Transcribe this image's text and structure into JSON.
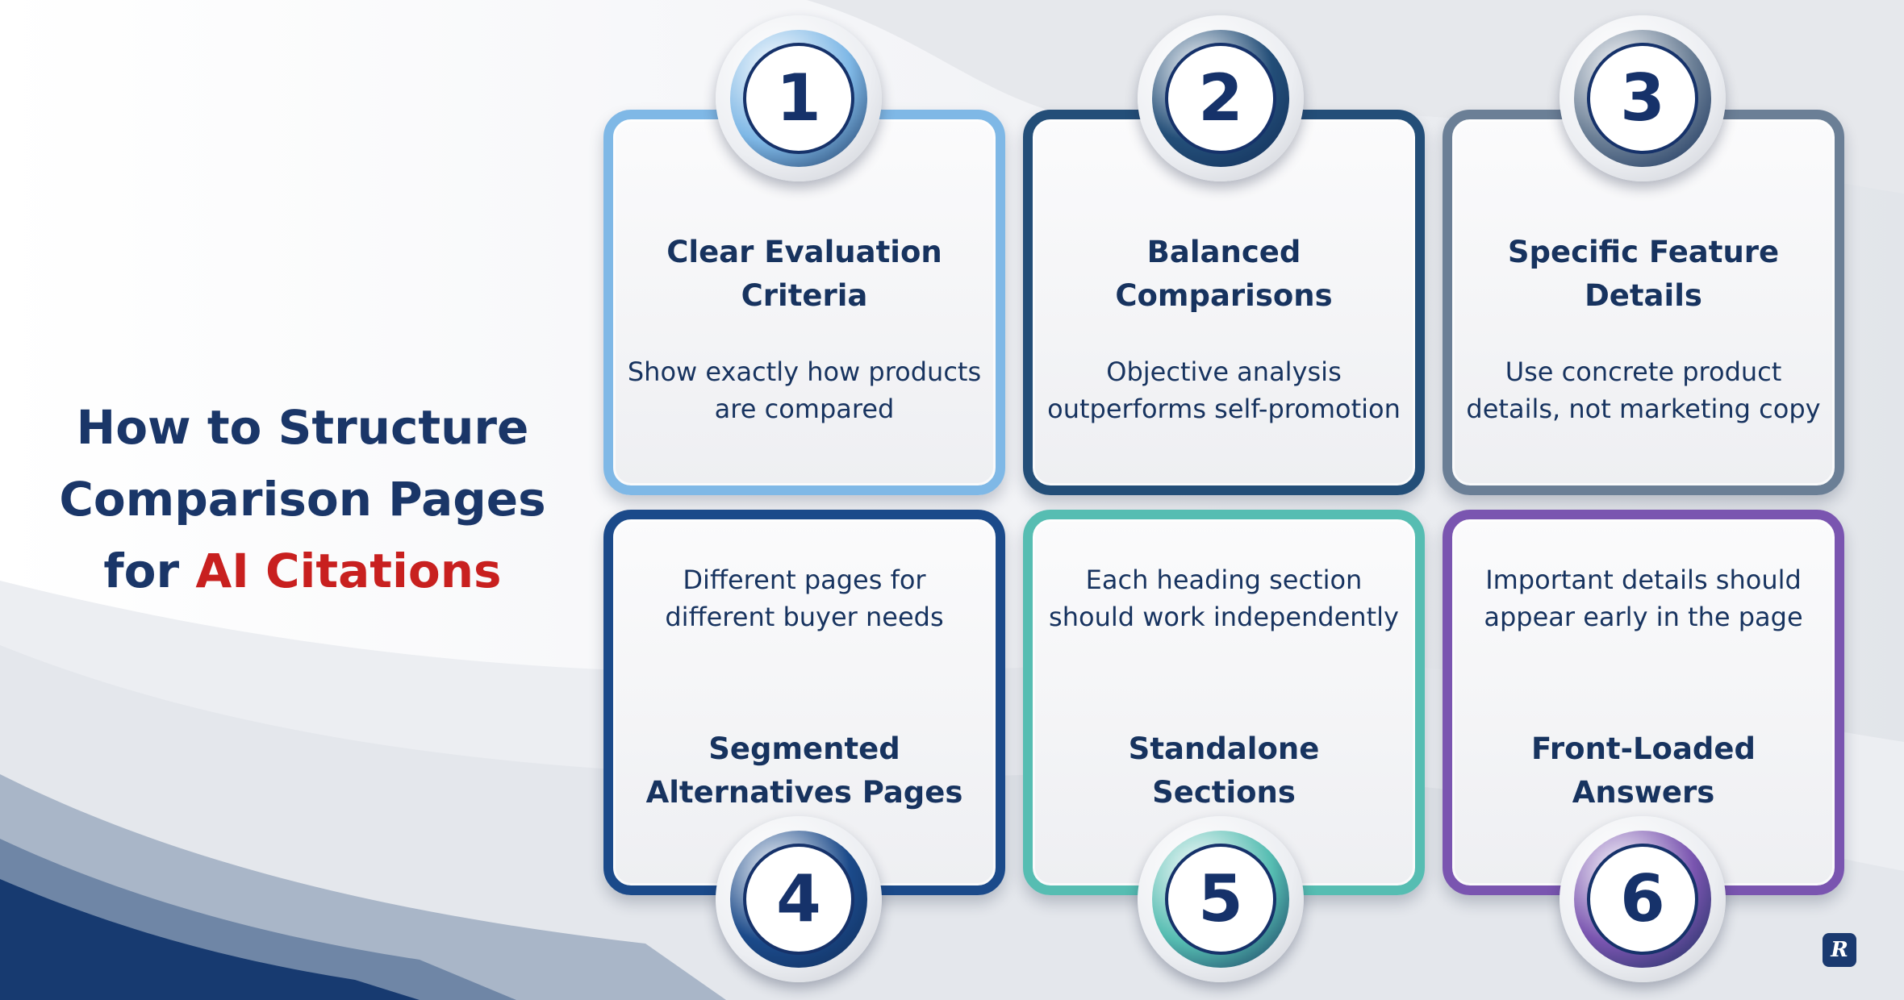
{
  "heading": {
    "line1": "How to Structure",
    "line2": "Comparison Pages",
    "line3_prefix": "for ",
    "line3_accent": "AI Citations"
  },
  "cards": [
    {
      "number": "1",
      "title_line1": "Clear Evaluation",
      "title_line2": "Criteria",
      "desc_line1": "Show exactly how products",
      "desc_line2": "are compared",
      "color": "#7fb8e6"
    },
    {
      "number": "2",
      "title_line1": "Balanced",
      "title_line2": "Comparisons",
      "desc_line1": "Objective analysis",
      "desc_line2": "outperforms self-promotion",
      "color": "#234e78"
    },
    {
      "number": "3",
      "title_line1": "Specific Feature",
      "title_line2": "Details",
      "desc_line1": "Use concrete product",
      "desc_line2": "details, not marketing copy",
      "color": "#6b7f96"
    },
    {
      "number": "4",
      "title_line1": "Segmented",
      "title_line2": "Alternatives Pages",
      "desc_line1": "Different pages for",
      "desc_line2": "different buyer needs",
      "color": "#1b4a8a"
    },
    {
      "number": "5",
      "title_line1": "Standalone",
      "title_line2": "Sections",
      "desc_line1": "Each heading section",
      "desc_line2": "should work independently",
      "color": "#56bdb2"
    },
    {
      "number": "6",
      "title_line1": "Front-Loaded",
      "title_line2": "Answers",
      "desc_line1": "Important details should",
      "desc_line2": "appear early in the page",
      "color": "#7a55b0"
    }
  ],
  "logo": {
    "mark": "R",
    "icon": "brand-logo-icon"
  }
}
